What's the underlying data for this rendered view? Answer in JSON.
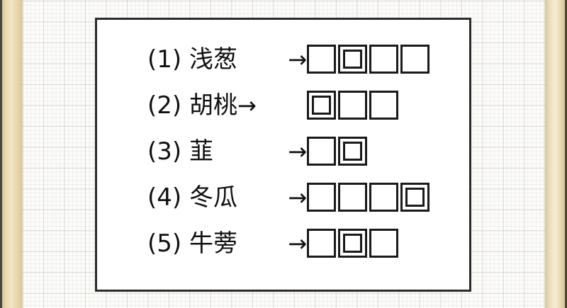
{
  "background": {
    "type": "graph-paper",
    "paper_color": "#fcfcfa",
    "grid_color": "#aaa09b",
    "edge_bar_color": "#e8d9b0",
    "edge_dark_color": "#4a4640"
  },
  "card": {
    "border_color": "#2b2b2b",
    "fill_color": "#ffffff"
  },
  "quiz": {
    "arrow_glyph": "→",
    "rows": [
      {
        "number": "(1)",
        "word": "浅葱",
        "arrow": "→",
        "spacing": "wide",
        "box_count": 4,
        "boxes": [
          "single",
          "double",
          "single",
          "single"
        ]
      },
      {
        "number": "(2)",
        "word": "胡桃",
        "arrow": "→",
        "spacing": "tight",
        "box_count": 3,
        "boxes": [
          "double",
          "single",
          "single"
        ]
      },
      {
        "number": "(3)",
        "word": "韮",
        "arrow": "→",
        "spacing": "wide",
        "box_count": 2,
        "boxes": [
          "single",
          "double"
        ]
      },
      {
        "number": "(4)",
        "word": "冬瓜",
        "arrow": "→",
        "spacing": "wide",
        "box_count": 4,
        "boxes": [
          "single",
          "single",
          "single",
          "double"
        ]
      },
      {
        "number": "(5)",
        "word": "牛蒡",
        "arrow": "→",
        "spacing": "wide",
        "box_count": 3,
        "boxes": [
          "single",
          "double",
          "single"
        ]
      }
    ]
  }
}
